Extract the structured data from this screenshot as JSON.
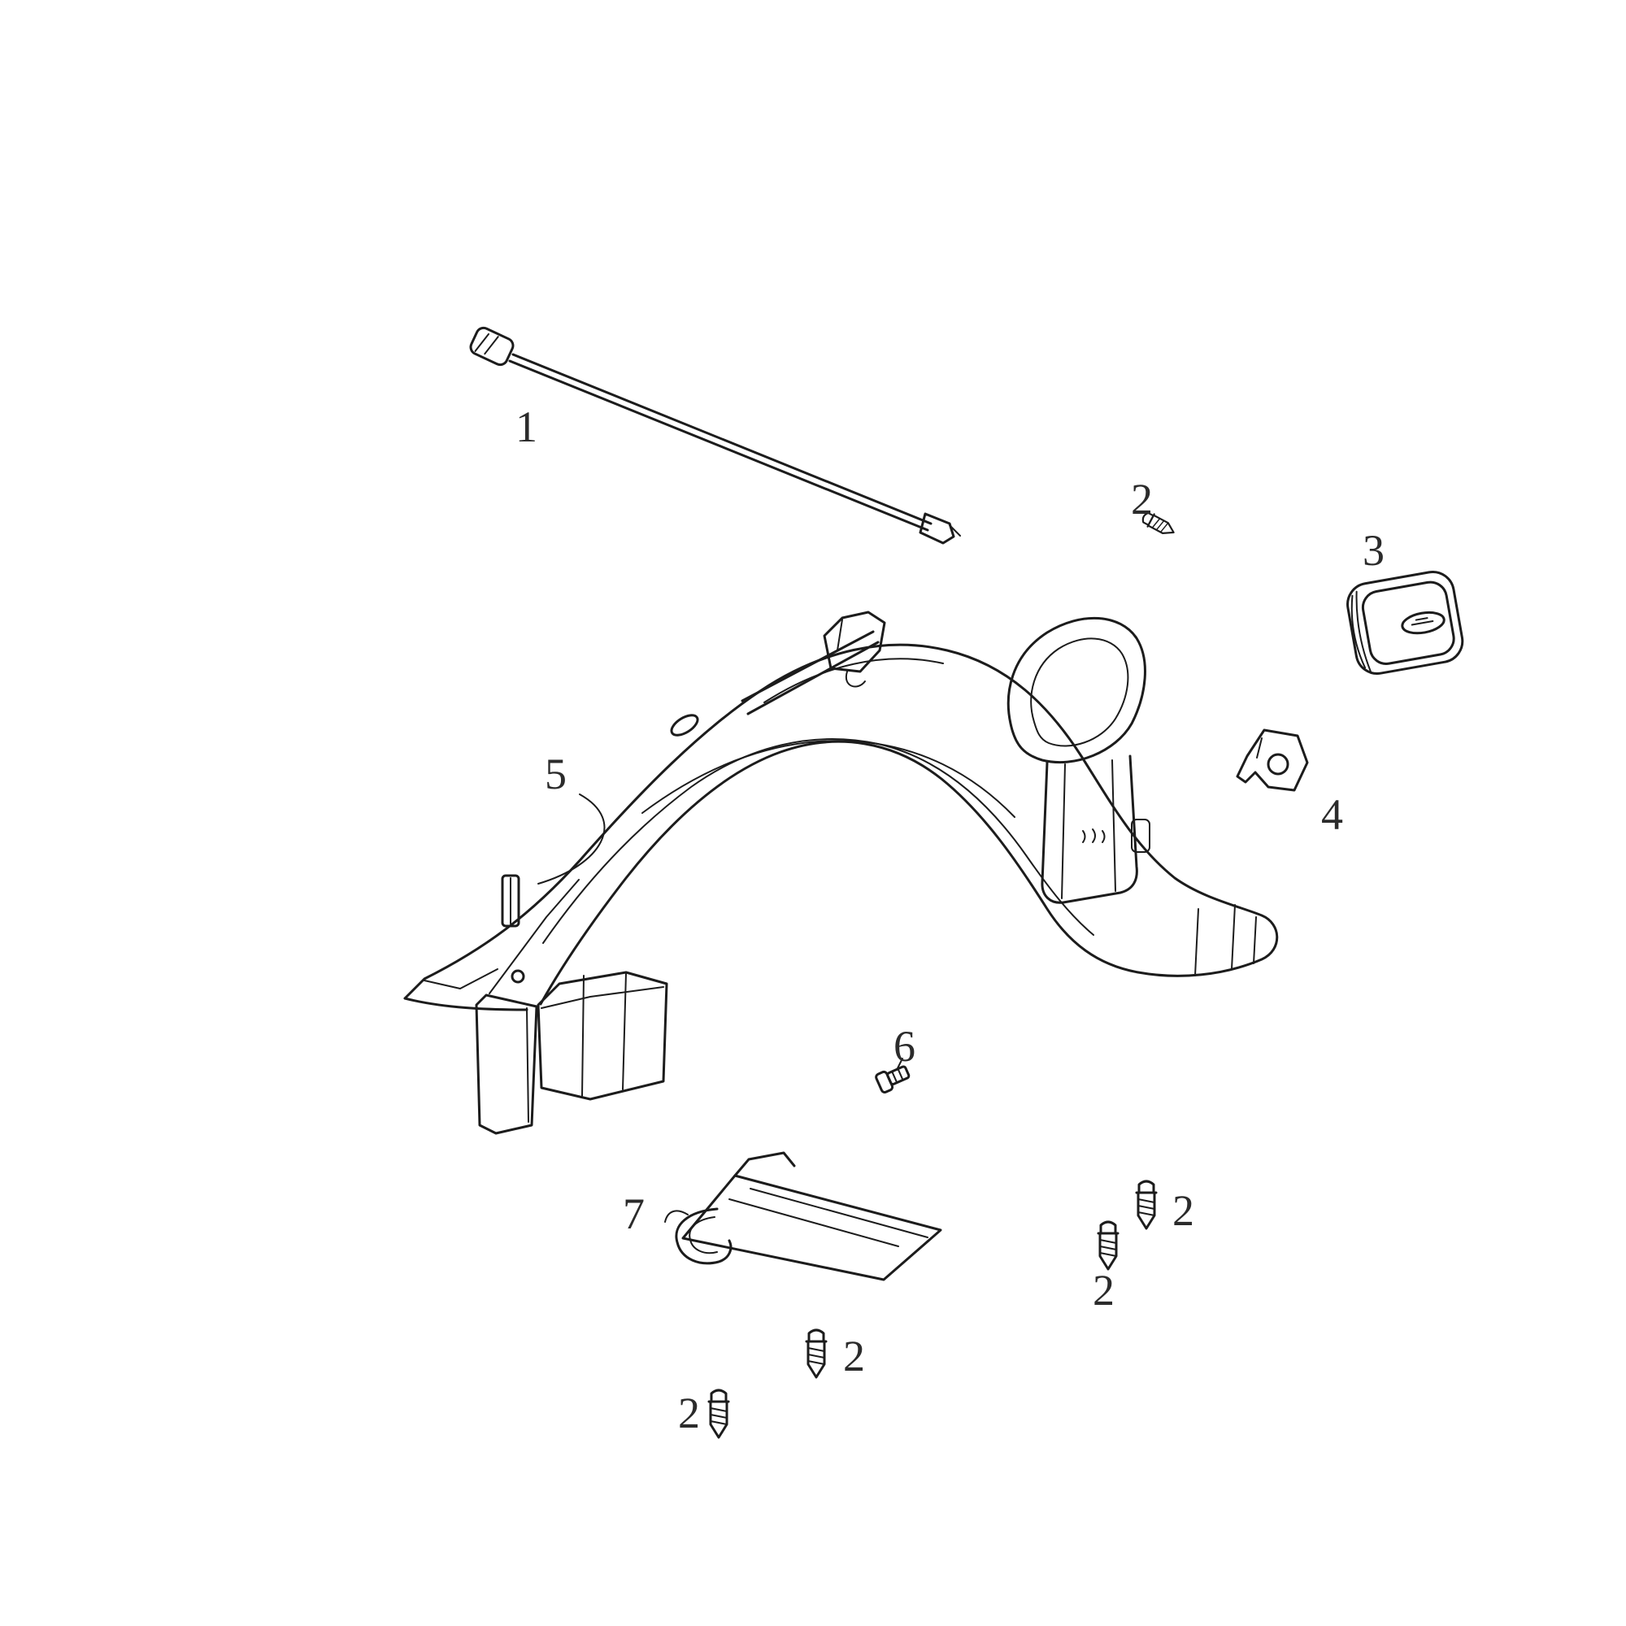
{
  "meta": {
    "type": "exploded-parts-diagram",
    "background_color": "#ffffff",
    "line_color": "#1c1c1c",
    "label_color": "#2b2b2b"
  },
  "labels": [
    {
      "part": "1",
      "text": "1"
    },
    {
      "part": "2",
      "text": "2"
    },
    {
      "part": "3",
      "text": "3"
    },
    {
      "part": "4",
      "text": "4"
    },
    {
      "part": "5",
      "text": "5"
    },
    {
      "part": "6",
      "text": "6"
    },
    {
      "part": "7",
      "text": "7"
    },
    {
      "part": "2",
      "text": "2"
    },
    {
      "part": "2",
      "text": "2"
    },
    {
      "part": "2",
      "text": "2"
    },
    {
      "part": "2",
      "text": "2"
    }
  ]
}
